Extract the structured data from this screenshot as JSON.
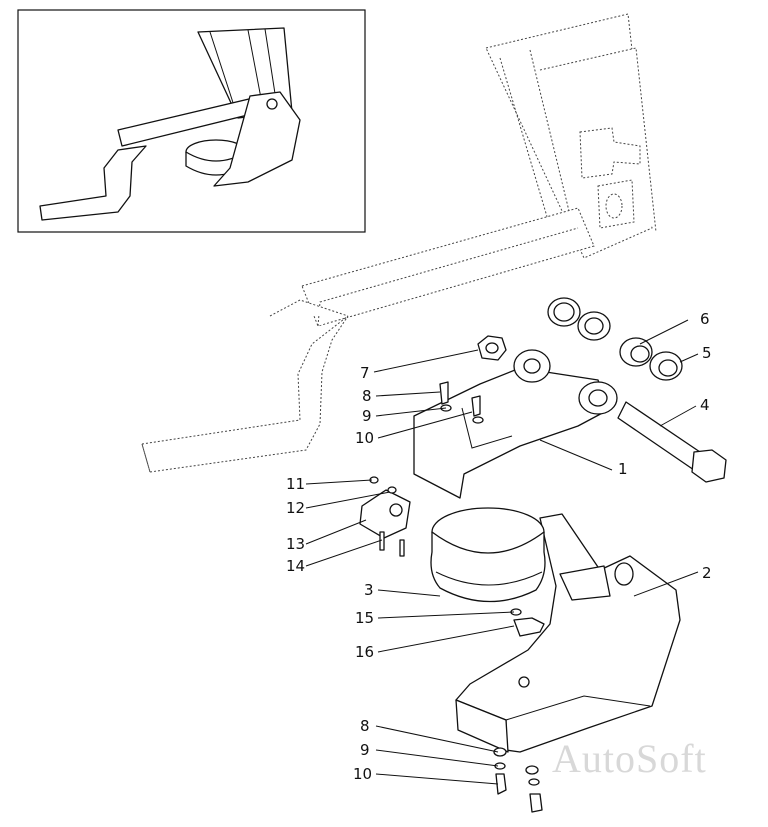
{
  "diagram": {
    "callouts": [
      {
        "label": "1"
      },
      {
        "label": "2"
      },
      {
        "label": "3"
      },
      {
        "label": "4"
      },
      {
        "label": "5"
      },
      {
        "label": "6"
      },
      {
        "label": "7"
      },
      {
        "label": "8"
      },
      {
        "label": "9"
      },
      {
        "label": "10"
      },
      {
        "label": "11"
      },
      {
        "label": "12"
      },
      {
        "label": "13"
      },
      {
        "label": "14"
      },
      {
        "label": "15"
      },
      {
        "label": "16"
      },
      {
        "label": "8"
      },
      {
        "label": "9"
      },
      {
        "label": "10"
      }
    ],
    "watermark": "AutoSoft"
  }
}
